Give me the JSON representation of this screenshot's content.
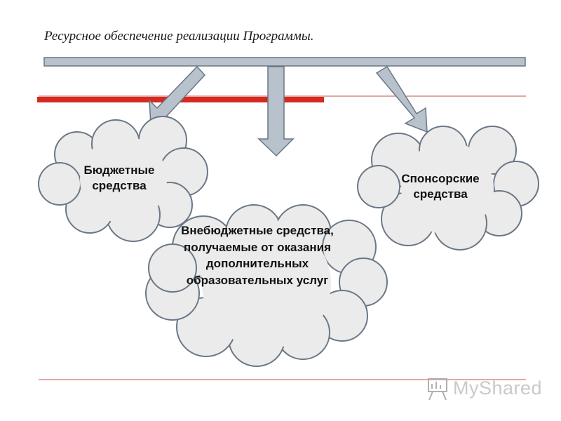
{
  "slide": {
    "title": "Ресурсное обеспечение реализации Программы."
  },
  "clouds": {
    "budget": "Бюджетные средства",
    "sponsor": "Спонсорские средства",
    "extrabudget": "Внебюджетные средства, получаемые от оказания дополнительных образовательных услуг"
  },
  "watermark": {
    "text": "MyShared",
    "icon": "presentation-board-icon"
  },
  "colors": {
    "bar_fill": "#b8c2cc",
    "bar_stroke": "#6a7683",
    "cloud_fill": "#ebebeb",
    "cloud_stroke": "#6b7785",
    "accent_red": "#d42a20",
    "rule_red": "#c9504a",
    "watermark_gray": "#c9c9c9"
  }
}
